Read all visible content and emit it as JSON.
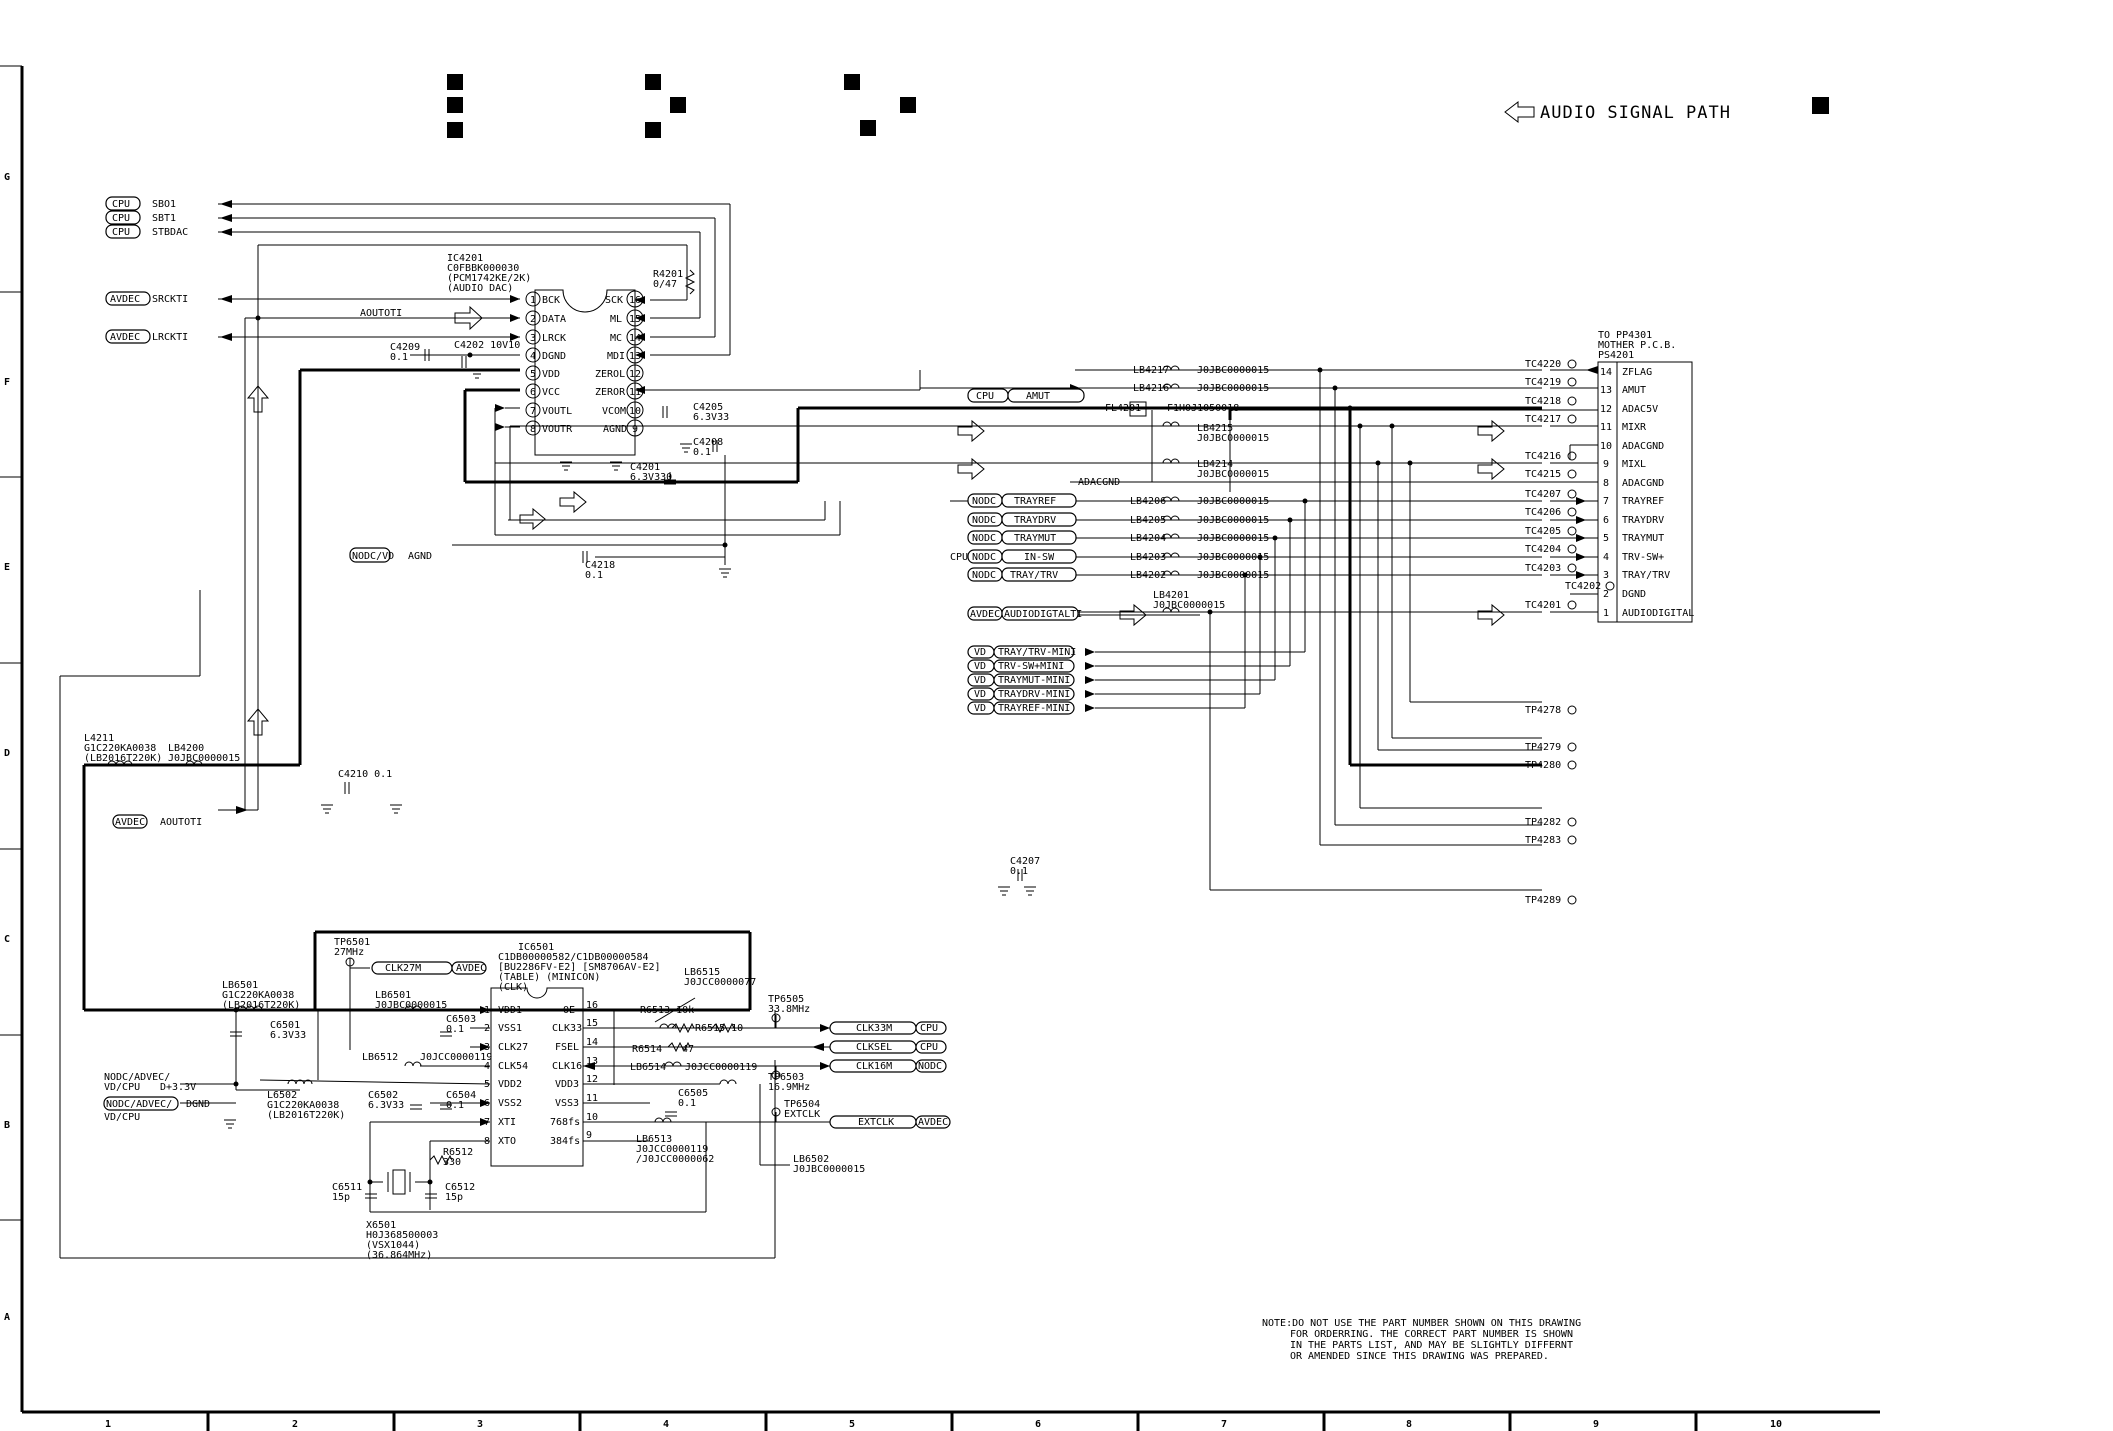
{
  "legend": {
    "label": "AUDIO SIGNAL PATH"
  },
  "grid": {
    "rows": [
      "G",
      "F",
      "E",
      "D",
      "C",
      "B",
      "A"
    ],
    "cols": [
      "1",
      "2",
      "3",
      "4",
      "5",
      "6",
      "7",
      "8",
      "9",
      "10"
    ]
  },
  "note": [
    "NOTE:DO NOT USE THE PART NUMBER SHOWN ON THIS DRAWING",
    "FOR ORDERRING. THE CORRECT PART NUMBER IS SHOWN",
    "IN THE PARTS LIST, AND MAY BE SLIGHTLY DIFFERNT",
    "OR AMENDED SINCE THIS DRAWING WAS PREPARED."
  ],
  "ic4201": {
    "ref": "IC4201",
    "part": "C0FBBK000030",
    "desc1": "(PCM1742KE/2K)",
    "desc2": "(AUDIO DAC)",
    "left_pins": [
      {
        "num": "1",
        "name": "BCK"
      },
      {
        "num": "2",
        "name": "DATA"
      },
      {
        "num": "3",
        "name": "LRCK"
      },
      {
        "num": "4",
        "name": "DGND"
      },
      {
        "num": "5",
        "name": "VDD"
      },
      {
        "num": "6",
        "name": "VCC"
      },
      {
        "num": "7",
        "name": "VOUTL"
      },
      {
        "num": "8",
        "name": "VOUTR"
      }
    ],
    "right_pins": [
      {
        "num": "16",
        "name": "SCK"
      },
      {
        "num": "15",
        "name": "ML"
      },
      {
        "num": "14",
        "name": "MC"
      },
      {
        "num": "13",
        "name": "MDI"
      },
      {
        "num": "12",
        "name": "ZEROL"
      },
      {
        "num": "11",
        "name": "ZEROR"
      },
      {
        "num": "10",
        "name": "VCOM"
      },
      {
        "num": "9",
        "name": "AGND"
      }
    ]
  },
  "ic6501": {
    "ref": "IC6501",
    "part": "C1DB00000582/C1DB00000584",
    "desc1": "[BU2286FV-E2] [SM8706AV-E2]",
    "desc2": "(TABLE)      (MINICON)",
    "desc3": "(CLK)",
    "left_pins": [
      {
        "num": "1",
        "name": "VDD1"
      },
      {
        "num": "2",
        "name": "VSS1"
      },
      {
        "num": "3",
        "name": "CLK27"
      },
      {
        "num": "4",
        "name": "CLK54"
      },
      {
        "num": "5",
        "name": "VDD2"
      },
      {
        "num": "6",
        "name": "VSS2"
      },
      {
        "num": "7",
        "name": "XTI"
      },
      {
        "num": "8",
        "name": "XTO"
      }
    ],
    "right_pins": [
      {
        "num": "16",
        "name": "OE"
      },
      {
        "num": "15",
        "name": "CLK33"
      },
      {
        "num": "14",
        "name": "FSEL"
      },
      {
        "num": "13",
        "name": "CLK16"
      },
      {
        "num": "12",
        "name": "VDD3"
      },
      {
        "num": "11",
        "name": "VSS3"
      },
      {
        "num": "10",
        "name": "768fs"
      },
      {
        "num": "9",
        "name": "384fs"
      }
    ]
  },
  "connector": {
    "header": [
      "TO PP4301",
      "MOTHER P.C.B.",
      "PS4201"
    ],
    "pins": [
      {
        "num": "14",
        "name": "ZFLAG"
      },
      {
        "num": "13",
        "name": "AMUT"
      },
      {
        "num": "12",
        "name": "ADAC5V"
      },
      {
        "num": "11",
        "name": "MIXR"
      },
      {
        "num": "10",
        "name": "ADACGND"
      },
      {
        "num": "9",
        "name": "MIXL"
      },
      {
        "num": "8",
        "name": "ADACGND"
      },
      {
        "num": "7",
        "name": "TRAYREF"
      },
      {
        "num": "6",
        "name": "TRAYDRV"
      },
      {
        "num": "5",
        "name": "TRAYMUT"
      },
      {
        "num": "4",
        "name": "TRV-SW+"
      },
      {
        "num": "3",
        "name": "TRAY/TRV"
      },
      {
        "num": "2",
        "name": "DGND"
      },
      {
        "num": "1",
        "name": "AUDIODIGITAL"
      }
    ],
    "testpoints": [
      "TC4220",
      "TC4219",
      "TC4218",
      "TC4217",
      "TC4216",
      "TC4215",
      "TC4207",
      "TC4206",
      "TC4205",
      "TC4204",
      "TC4203",
      "TC4201"
    ],
    "tc4202": "TC4202"
  },
  "left_signals": [
    {
      "tag": "CPU",
      "name": "SBO1"
    },
    {
      "tag": "CPU",
      "name": "SBT1"
    },
    {
      "tag": "CPU",
      "name": "STBDAC"
    },
    {
      "tag": "AVDEC",
      "name": "SRCKTI"
    },
    {
      "tag": "AVDEC",
      "name": "LRCKTI"
    }
  ],
  "mid_signals": [
    {
      "tag": "NODC",
      "name": "TRAYREF",
      "lb": "LB4206",
      "part": "J0JBC0000015"
    },
    {
      "tag": "NODC",
      "name": "TRAYDRV",
      "lb": "LB4205",
      "part": "J0JBC0000015"
    },
    {
      "tag": "NODC",
      "name": "TRAYMUT",
      "lb": "LB4204",
      "part": "J0JBC0000015"
    },
    {
      "tag": "NODC",
      "name": "IN-SW",
      "lb": "LB4203",
      "part": "J0JBC0000015"
    },
    {
      "tag": "NODC",
      "name": "TRAY/TRV",
      "lb": "LB4202",
      "part": "J0JBC0000015"
    }
  ],
  "mini_signals": [
    {
      "tag": "VD",
      "name": "TRAY/TRV-MINI"
    },
    {
      "tag": "VD",
      "name": "TRV-SW+MINI"
    },
    {
      "tag": "VD",
      "name": "TRAYMUT-MINI"
    },
    {
      "tag": "VD",
      "name": "TRAYDRV-MINI"
    },
    {
      "tag": "VD",
      "name": "TRAYREF-MINI"
    }
  ],
  "tps": [
    {
      "id": "TP4278"
    },
    {
      "id": "TP4279"
    },
    {
      "id": "TP4280"
    },
    {
      "id": "TP4282"
    },
    {
      "id": "TP4283"
    },
    {
      "id": "TP4289"
    }
  ],
  "parts": {
    "r4201": [
      "R4201",
      "0/47"
    ],
    "aoutoti": "AOUTOTI",
    "c4209": [
      "C4209",
      "0.1"
    ],
    "c4202": "C4202  10V10",
    "c4205": [
      "C4205",
      "6.3V33"
    ],
    "c4208": [
      "C4208",
      "0.1"
    ],
    "c4201": [
      "C4201",
      "6.3V330"
    ],
    "c4218": [
      "C4218",
      "0.1"
    ],
    "nodcvd": [
      "NODC/VD",
      "AGND"
    ],
    "lb4217": [
      "LB4217",
      "J0JBC0000015"
    ],
    "lb4216": [
      "LB4216",
      "J0JBC0000015"
    ],
    "amut": [
      "CPU",
      "AMUT"
    ],
    "fl4201": [
      "FL4201",
      "F1H0J1050018"
    ],
    "lb4215": [
      "LB4215",
      "J0JBC0000015"
    ],
    "lb4214": [
      "LB4214",
      "J0JBC0000015"
    ],
    "adacgnd": "ADACGND",
    "cpu_insw": "CPU",
    "lb4201": [
      "LB4201",
      "J0JBC0000015"
    ],
    "audiodigitalti": [
      "AVDEC",
      "AUDIODIGTALTI"
    ],
    "c4207": [
      "C4207",
      "0.1"
    ],
    "l4211": [
      "L4211",
      "G1C220KA0038",
      "(LB2016T220K)"
    ],
    "lb4200": [
      "LB4200",
      "J0JBC0000015"
    ],
    "c4210": "C4210 0.1",
    "aoutoti2": [
      "AVDEC",
      "AOUTOTI"
    ],
    "tp6501": [
      "TP6501",
      "27MHz"
    ],
    "clk27m": [
      "CLK27M",
      "AVDEC"
    ],
    "lb6501": [
      "LB6501",
      "G1C220KA0038",
      "(LB2016T220K)"
    ],
    "lb6501b": [
      "LB6501",
      "J0JBC0000015"
    ],
    "c6501": [
      "C6501",
      "6.3V33"
    ],
    "c6503": [
      "C6503",
      "0.1"
    ],
    "lb6512": "LB6512",
    "lb6512p": "J0JCC0000119",
    "pwr": [
      "NODC/ADVEC/",
      "VD/CPU",
      "D+3.3V"
    ],
    "gnd": [
      "NODC/ADVEC/",
      "VD/CPU",
      "DGND"
    ],
    "l6502": [
      "L6502",
      "G1C220KA0038",
      "(LB2016T220K)"
    ],
    "c6502": [
      "C6502",
      "6.3V33"
    ],
    "c6504": [
      "C6504",
      "0.1"
    ],
    "r6512": [
      "R6512",
      "330"
    ],
    "c6511": [
      "C6511",
      "15p"
    ],
    "c6512": [
      "C6512",
      "15p"
    ],
    "x6501": [
      "X6501",
      "H0J368500003",
      "(VSX1044)",
      "(36.864MHz)"
    ],
    "lb6515": [
      "LB6515",
      "J0JCC0000077"
    ],
    "r6513": "R6513 10k",
    "r6515": "R6515 10",
    "r6514": "R6514",
    "r6514v": "47",
    "lb6514": "LB6514",
    "lb6514p": "J0JCC0000119",
    "c6505": [
      "C6505",
      "0.1"
    ],
    "lb6513": [
      "LB6513",
      "J0JCC0000119",
      "/J0JCC0000062"
    ],
    "tp6505": [
      "TP6505",
      "33.8MHz"
    ],
    "tp6503": [
      "TP6503",
      "16.9MHz"
    ],
    "tp6504": [
      "TP6504",
      "EXTCLK"
    ],
    "lb6502": [
      "LB6502",
      "J0JBC0000015"
    ],
    "clk33m": [
      "CLK33M",
      "CPU"
    ],
    "clksel": [
      "CLKSEL",
      "CPU"
    ],
    "clk16m": [
      "CLK16M",
      "NODC"
    ],
    "extclk": [
      "EXTCLK",
      "AVDEC"
    ]
  }
}
